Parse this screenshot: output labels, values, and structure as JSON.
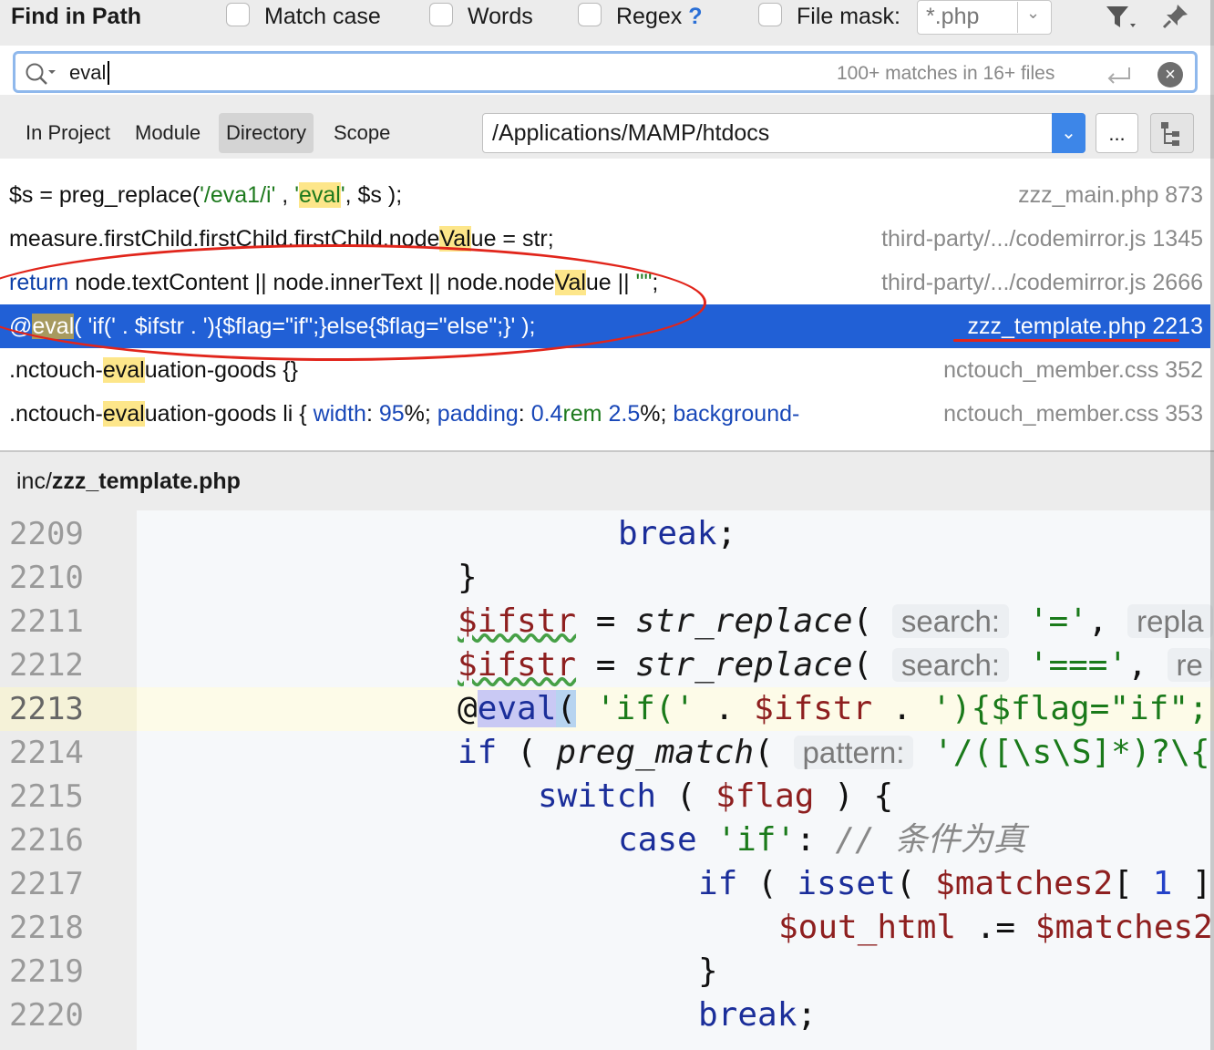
{
  "dialog": {
    "title": "Find in Path",
    "options": [
      {
        "label": "Match case",
        "checked": false
      },
      {
        "label": "Words",
        "checked": false
      },
      {
        "label": "Regex",
        "checked": false
      },
      {
        "label": "File mask:",
        "checked": false
      }
    ],
    "regex_help": "?",
    "file_mask_value": "*.php"
  },
  "search": {
    "value": "eval",
    "match_info": "100+ matches in 16+ files"
  },
  "scope": {
    "tabs": [
      "In Project",
      "Module",
      "Directory",
      "Scope"
    ],
    "active_tab": "Directory",
    "directory": "/Applications/MAMP/htdocs",
    "more_label": "..."
  },
  "results": [
    {
      "code": "$s = preg_replace('/eva1/i' , 'eval', $s );",
      "file": "zzz_main.php 873"
    },
    {
      "code": "measure.firstChild.firstChild.firstChild.nodeValue = str;",
      "file": "third-party/.../codemirror.js 1345"
    },
    {
      "code": "return node.textContent || node.innerText || node.nodeValue || \"\";",
      "file": "third-party/.../codemirror.js 2666"
    },
    {
      "code": "@eval( 'if(' . $ifstr . '){$flag=\"if\";}else{$flag=\"else\";}' );",
      "file": "zzz_template.php 2213",
      "selected": true
    },
    {
      "code": ".nctouch-evaluation-goods {}",
      "file": "nctouch_member.css 352"
    },
    {
      "code": ".nctouch-evaluation-goods li { width: 95%; padding: 0.4rem 2.5%; background-",
      "file": "nctouch_member.css 353"
    }
  ],
  "preview": {
    "path_dir": "inc/",
    "path_file": "zzz_template.php",
    "line_numbers": [
      "2209",
      "2210",
      "2211",
      "2212",
      "2213",
      "2214",
      "2215",
      "2216",
      "2217",
      "2218",
      "2219",
      "2220"
    ],
    "current_line": "2213",
    "hints": {
      "search": "search:",
      "pattern": "pattern:",
      "repla": "repla",
      "re": "re"
    },
    "comment": "// 条件为真"
  },
  "colors": {
    "selection": "#2160d6",
    "match_highlight": "#fde68a",
    "annotation": "#e1251b",
    "accent": "#3d86e8"
  }
}
